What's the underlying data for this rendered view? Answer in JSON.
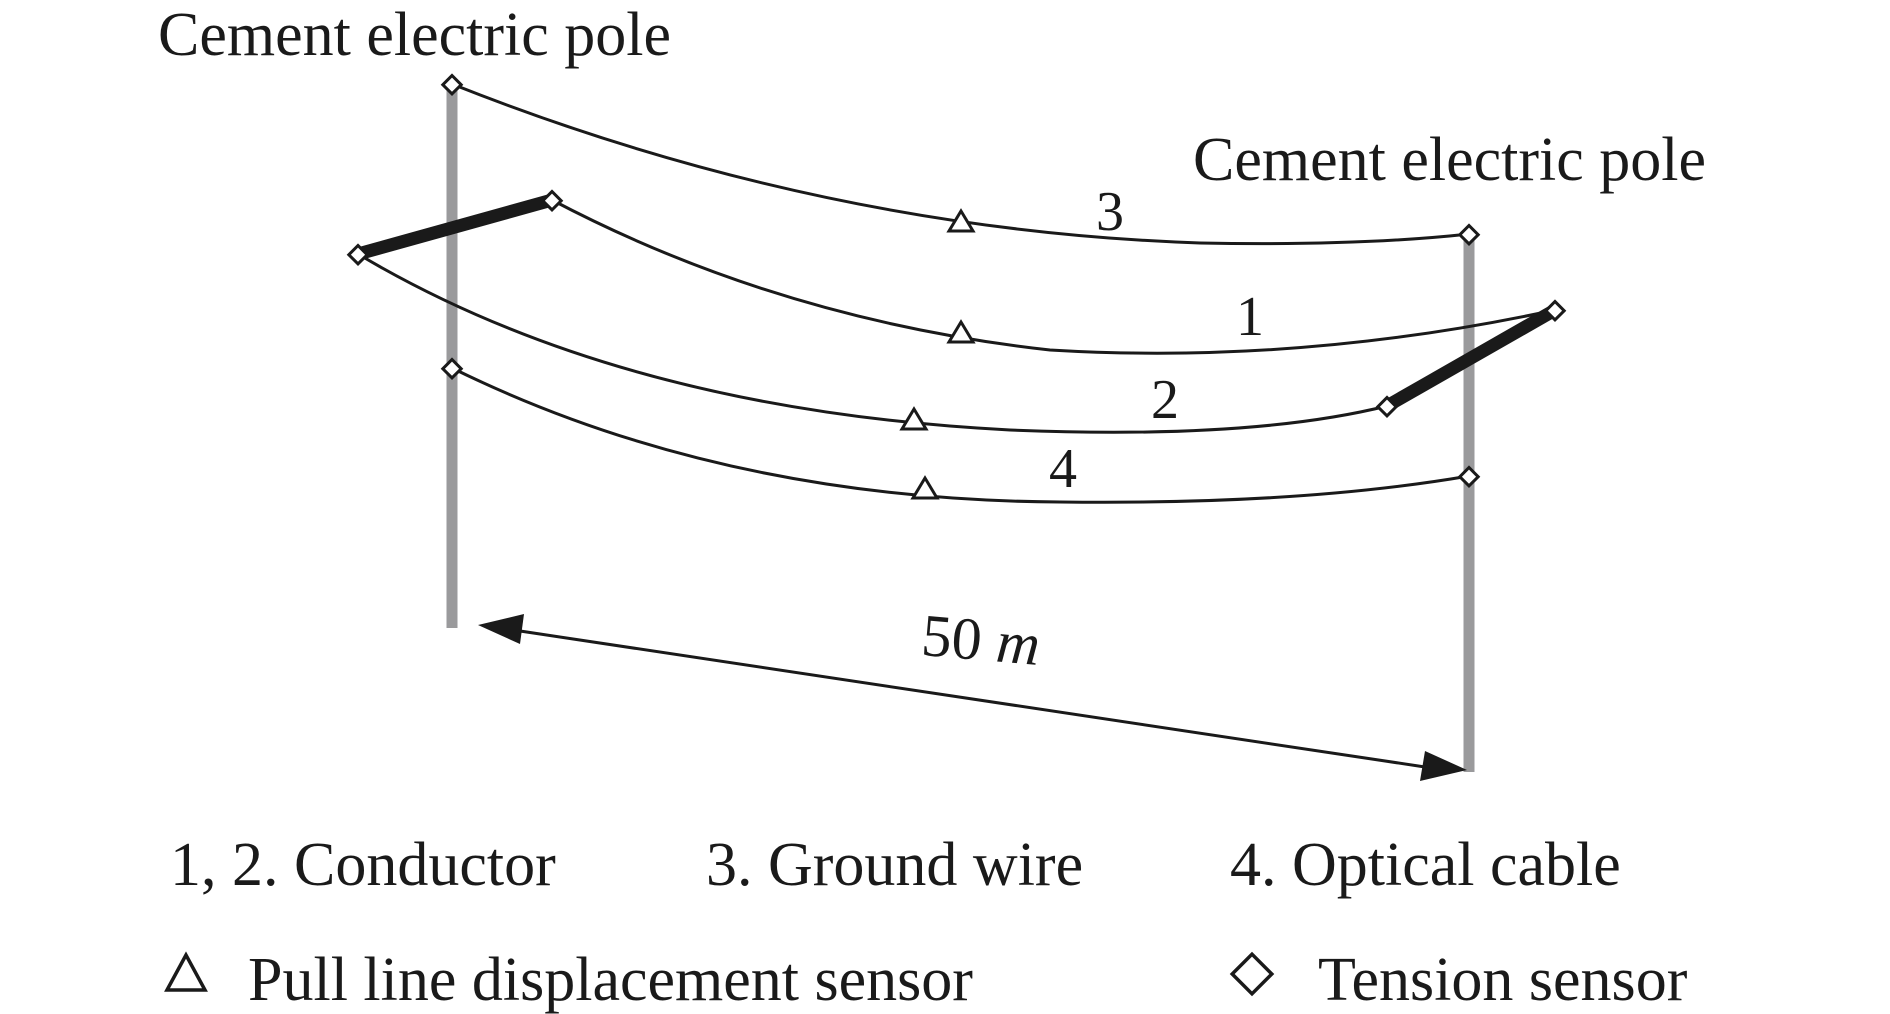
{
  "poles": {
    "left_label": "Cement electric pole",
    "right_label": "Cement electric pole"
  },
  "lines": {
    "ground_wire_number": "3",
    "conductor_1_number": "1",
    "conductor_2_number": "2",
    "optical_cable_number": "4"
  },
  "dimension": {
    "span_value": "50",
    "span_unit": "m"
  },
  "legend": {
    "conductor": "1, 2. Conductor",
    "ground_wire": "3. Ground wire",
    "optical_cable": "4. Optical cable",
    "displacement_sensor": "Pull line displacement sensor",
    "tension_sensor": "Tension sensor"
  },
  "symbols": {
    "displacement_sensor_icon": "triangle-icon",
    "tension_sensor_icon": "diamond-icon"
  }
}
